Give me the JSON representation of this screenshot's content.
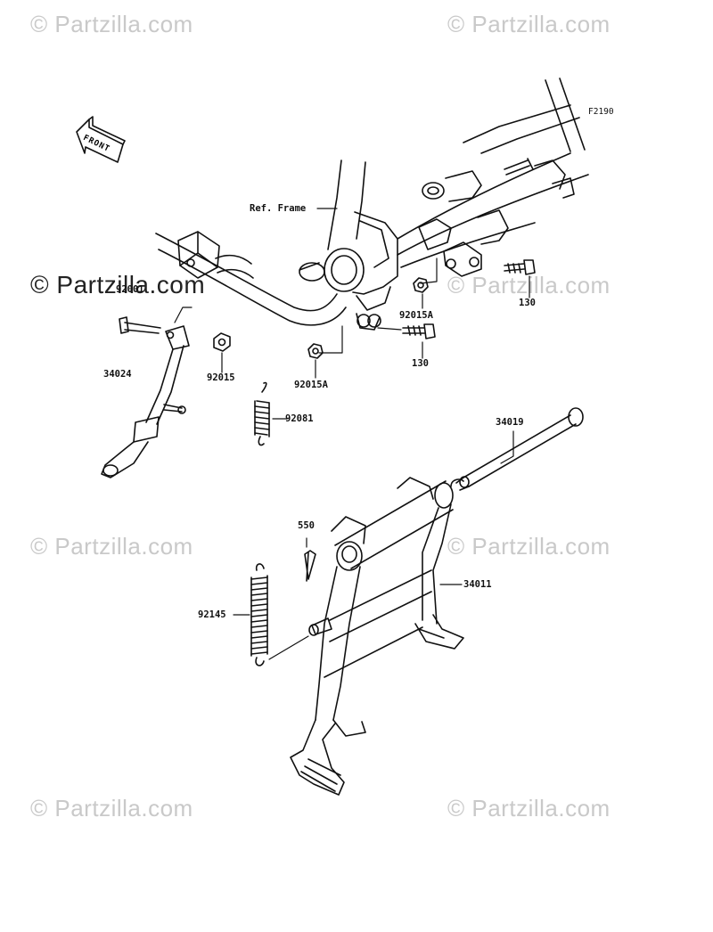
{
  "figure_code": "F2190",
  "front_badge": "FRONT",
  "watermark_text": "© Partzilla.com",
  "colors": {
    "line": "#111111",
    "watermark": "#c9c9c9"
  },
  "callouts": [
    {
      "id": "ref-frame",
      "label": "Ref. Frame"
    },
    {
      "id": "92001",
      "label": "92001"
    },
    {
      "id": "34024",
      "label": "34024"
    },
    {
      "id": "92015",
      "label": "92015"
    },
    {
      "id": "92081",
      "label": "92081"
    },
    {
      "id": "92015A-a",
      "label": "92015A"
    },
    {
      "id": "130-a",
      "label": "130"
    },
    {
      "id": "92015A-b",
      "label": "92015A"
    },
    {
      "id": "130-b",
      "label": "130"
    },
    {
      "id": "34019",
      "label": "34019"
    },
    {
      "id": "550",
      "label": "550"
    },
    {
      "id": "34011",
      "label": "34011"
    },
    {
      "id": "92145",
      "label": "92145"
    }
  ]
}
